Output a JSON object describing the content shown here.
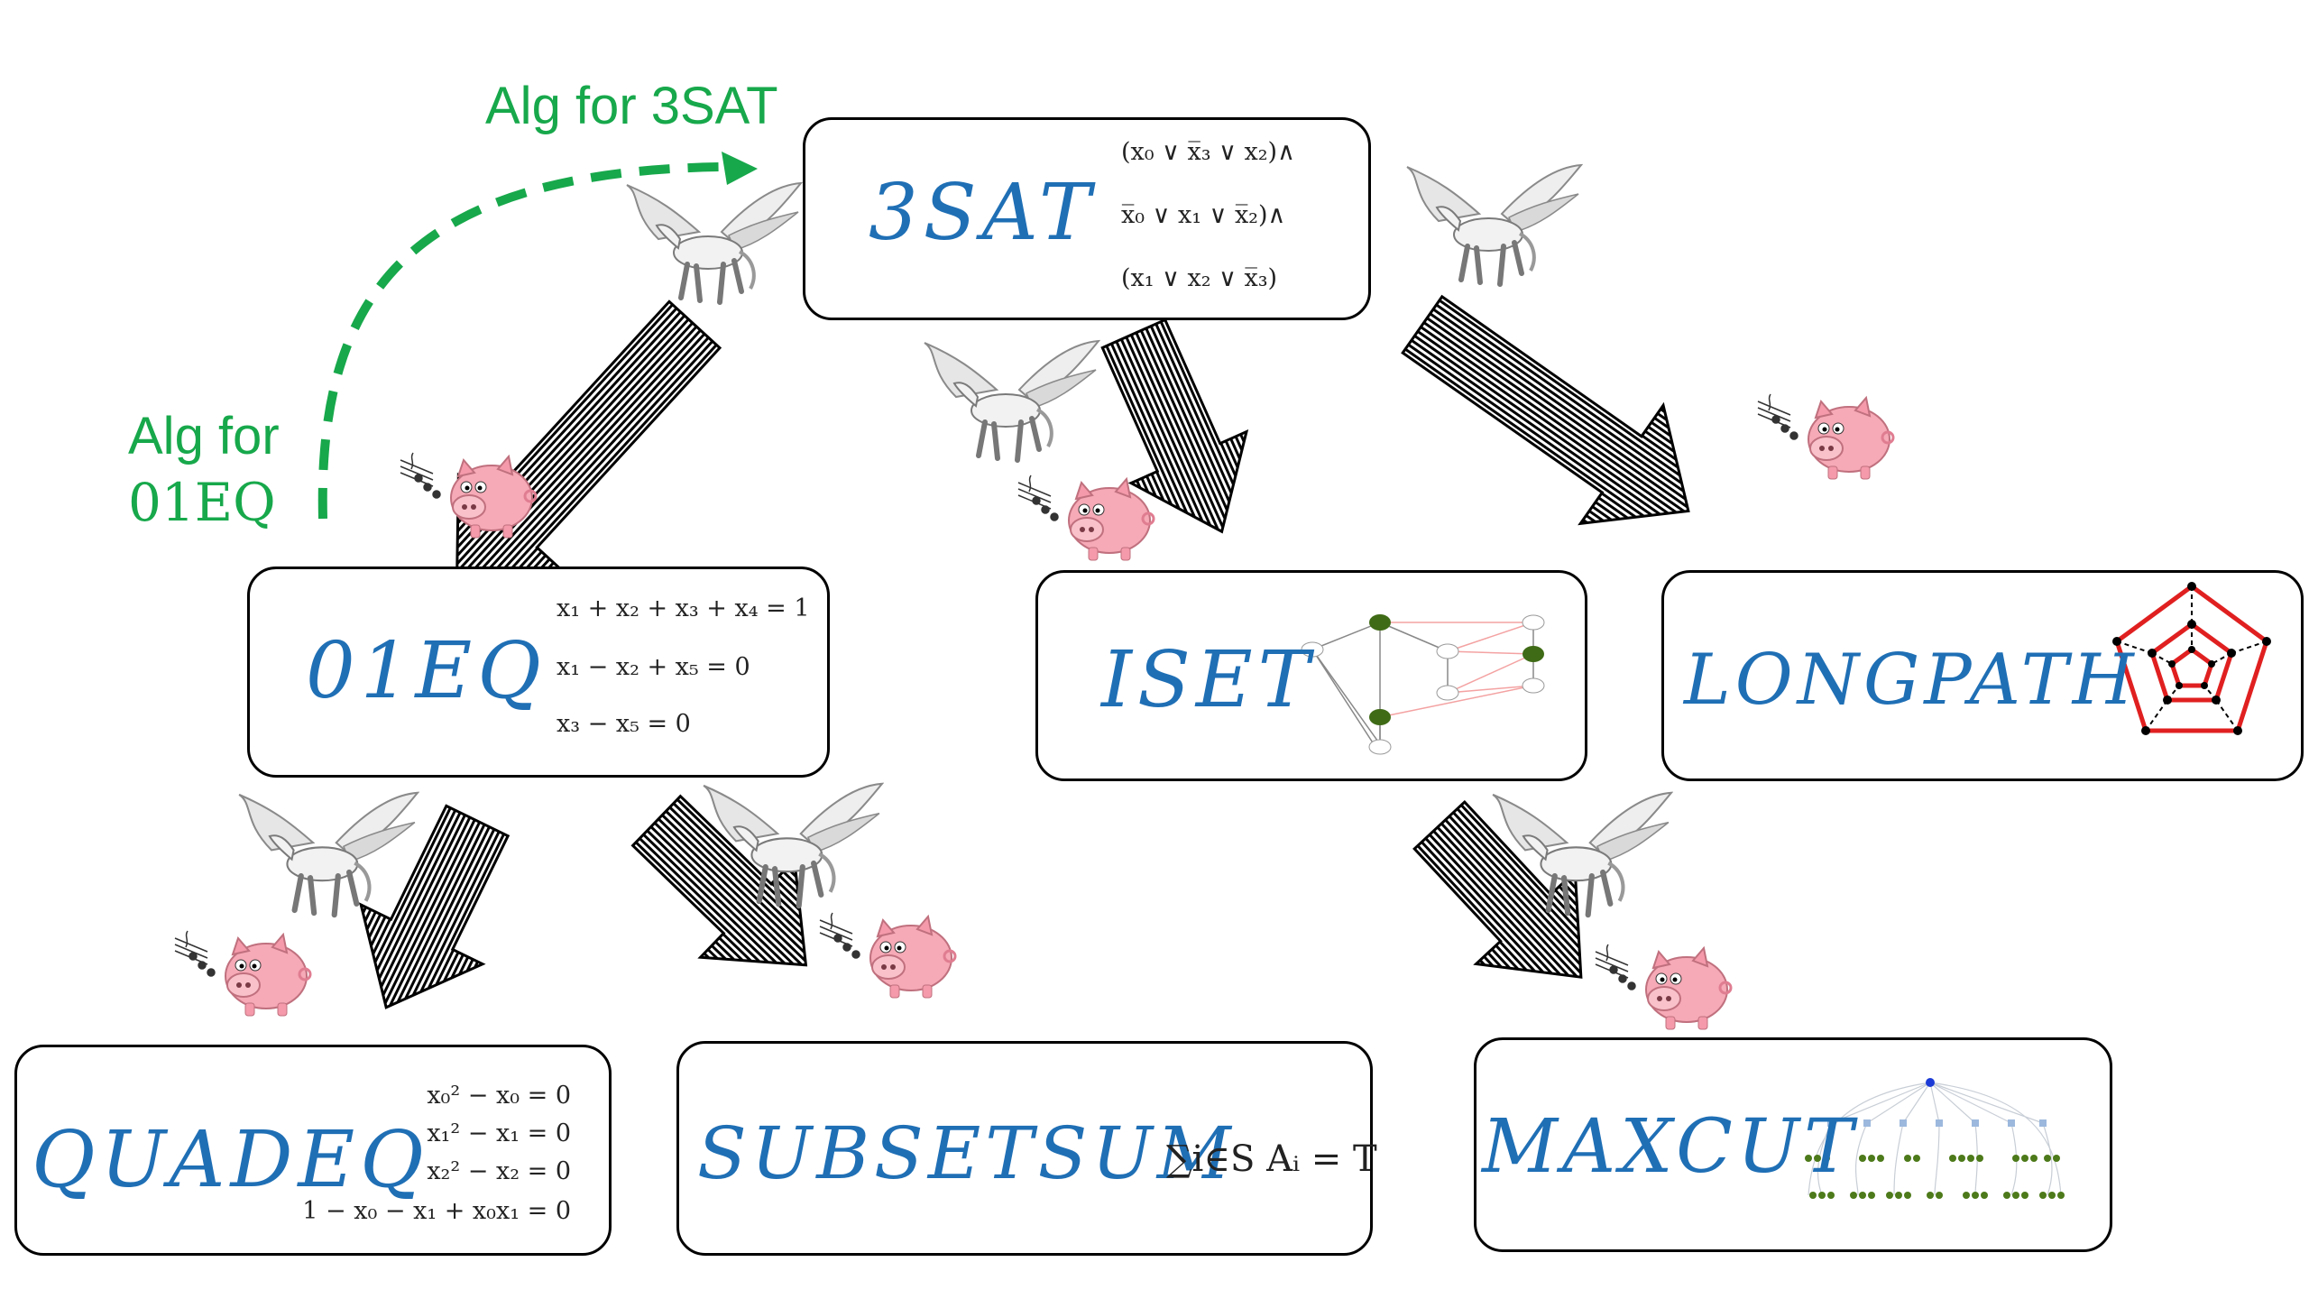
{
  "annotations": {
    "alg_3sat": "Alg for 3SAT",
    "alg_01eq_line1": "Alg for",
    "alg_01eq_line2": "01EQ"
  },
  "problems": {
    "sat3": {
      "name": "3SAT",
      "clauses": [
        "(x₀ ∨ x̅₃ ∨ x₂)∧",
        "x̅₀ ∨ x₁ ∨ x̅₂)∧",
        "(x₁ ∨ x₂ ∨ x̅₃)"
      ]
    },
    "eq01": {
      "name": "01EQ",
      "equations": [
        "x₁ + x₂ + x₃ + x₄ = 1",
        "x₁ − x₂ + x₅ = 0",
        "x₃ − x₅ = 0"
      ]
    },
    "iset": {
      "name": "ISET"
    },
    "longpath": {
      "name": "LONGPATH"
    },
    "quadeq": {
      "name": "QUADEQ",
      "equations": [
        "x₀² − x₀ = 0",
        "x₁² − x₁ = 0",
        "x₂² − x₂ = 0",
        "1 − x₀ − x₁ + x₀x₁ = 0"
      ]
    },
    "subsetsum": {
      "name": "SUBSETSUM",
      "formula": "∑i∈S Aᵢ = T"
    },
    "maxcut": {
      "name": "MAXCUT"
    }
  },
  "colors": {
    "problem_text": "#1f6fb5",
    "annotation": "#17a84b",
    "longpath_edges": "#e02020",
    "iset_selected": "#3f6b16",
    "pig": "#f6a9b6"
  },
  "icons": [
    "pegasus-icon",
    "pig-icon",
    "reduction-arrow",
    "music-notes-icon"
  ]
}
